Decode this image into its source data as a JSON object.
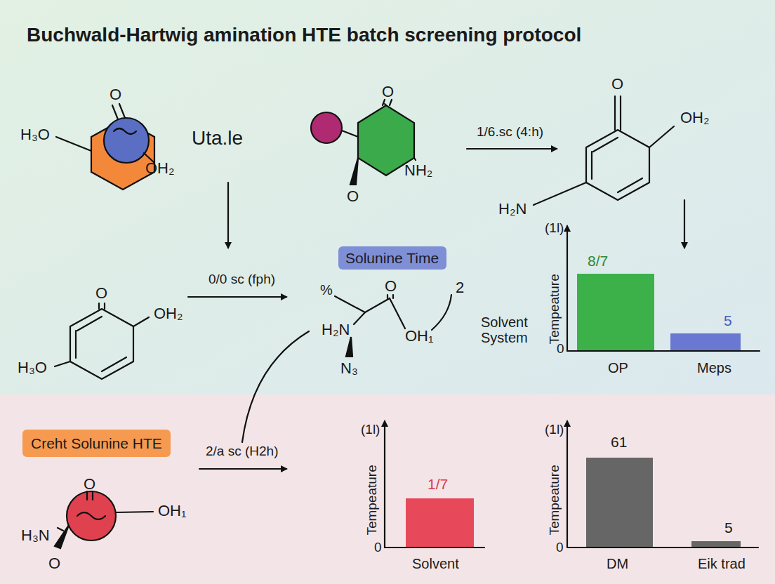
{
  "diagram": {
    "title": "Buchwald-Hartwig amination HTE batch screening protocol",
    "nodes": [
      {
        "text": [
          "Solunine Time"
        ]
      },
      {
        "text": [
          "Creht Solunine HTE"
        ]
      }
    ],
    "labels": [
      "O",
      "H₃O",
      "OH₂",
      "Uta.le",
      "O",
      "O",
      "NH₂",
      "1/6.sc (4:h)",
      "O",
      "OH₂",
      "H₂N",
      "O",
      "OH₂",
      "H₃O",
      "0/0 sc (fph)",
      "%",
      "O",
      "2",
      "H₂N",
      "OH₁",
      "Solvent System",
      "N₃",
      "(1l)",
      "Tempeature",
      "8/7",
      "5",
      "0",
      "OP",
      "Meps",
      "O",
      "H₃N",
      "OH₁",
      "O",
      "2/a sc (H2h)",
      "(1l)",
      "Tempeature",
      "1/7",
      "0",
      "Solvent",
      "(1l)",
      "Tempeature",
      "61",
      "5",
      "0",
      "DM",
      "Eik trad"
    ]
  }
}
